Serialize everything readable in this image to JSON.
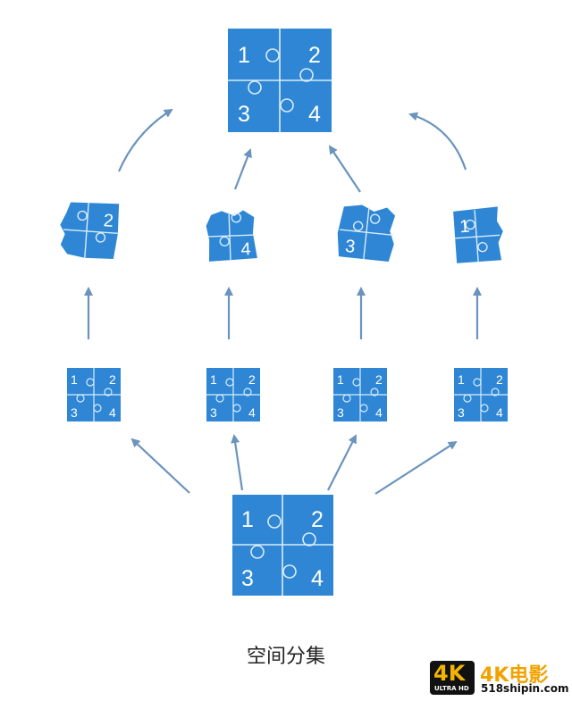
{
  "caption": "空间分集",
  "colors": {
    "tile": "#2e86d4",
    "tile_dark": "#1f73c2",
    "seam": "#d9ecfb",
    "arrow": "#6a93bd",
    "text": "#ffffff"
  },
  "top_puzzle": {
    "numbers": [
      "1",
      "2",
      "3",
      "4"
    ]
  },
  "bottom_puzzle": {
    "numbers": [
      "1",
      "2",
      "3",
      "4"
    ]
  },
  "middle_puzzles": [
    {
      "numbers": [
        "1",
        "2",
        "3",
        "4"
      ]
    },
    {
      "numbers": [
        "1",
        "2",
        "3",
        "4"
      ]
    },
    {
      "numbers": [
        "1",
        "2",
        "3",
        "4"
      ]
    },
    {
      "numbers": [
        "1",
        "2",
        "3",
        "4"
      ]
    }
  ],
  "fragments": [
    {
      "visible_number": "2"
    },
    {
      "visible_number": "4"
    },
    {
      "visible_number": "3"
    },
    {
      "visible_number": "1"
    }
  ],
  "watermark": {
    "badge": "4K",
    "badge_sub": "ULTRA HD",
    "brand": "4K电影",
    "site": "518shipin.com"
  }
}
